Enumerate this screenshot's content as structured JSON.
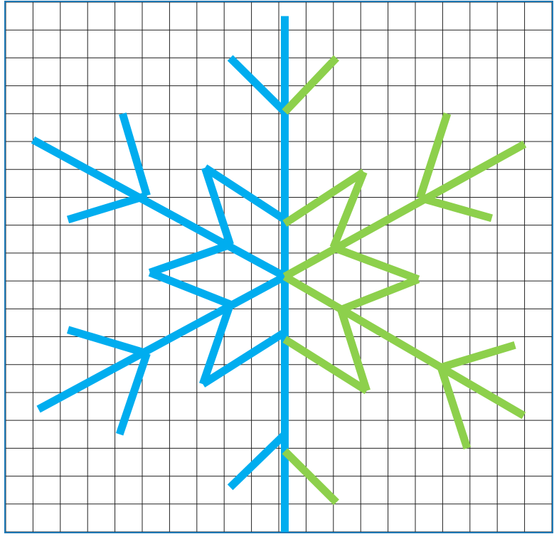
{
  "colors": {
    "background": "#ffffff",
    "grid_line": "#222222",
    "frame": "#1d78b5",
    "left_half": "#00adef",
    "right_half": "#8dd04c"
  },
  "grid": {
    "columns": 20,
    "rows": 19
  },
  "snowflake": {
    "description_units": "grid cells",
    "blue_segments": [
      [
        10.22,
        0.5,
        10.22,
        19.0
      ],
      [
        8.22,
        2.0,
        10.22,
        3.94
      ],
      [
        1.0,
        4.94,
        10.22,
        9.84
      ],
      [
        4.28,
        4.0,
        5.17,
        6.94
      ],
      [
        2.28,
        7.8,
        5.17,
        6.94
      ],
      [
        7.3,
        5.94,
        8.22,
        8.7
      ],
      [
        10.22,
        7.8,
        7.3,
        5.94
      ],
      [
        5.28,
        9.7,
        8.22,
        8.7
      ],
      [
        5.28,
        9.7,
        8.22,
        10.84
      ],
      [
        1.2,
        14.6,
        10.22,
        9.84
      ],
      [
        2.28,
        11.75,
        5.17,
        12.6
      ],
      [
        4.17,
        15.5,
        5.17,
        12.6
      ],
      [
        7.22,
        13.7,
        8.22,
        10.84
      ],
      [
        7.22,
        13.7,
        10.22,
        11.84
      ],
      [
        8.22,
        17.4,
        10.22,
        15.5
      ]
    ],
    "green_segments": [
      [
        10.22,
        3.94,
        12.11,
        2.0
      ],
      [
        10.22,
        7.94,
        13.11,
        6.09
      ],
      [
        12.0,
        8.8,
        13.11,
        6.09
      ],
      [
        10.22,
        9.84,
        19.0,
        5.09
      ],
      [
        15.17,
        7.02,
        16.17,
        4.0
      ],
      [
        15.17,
        7.02,
        17.8,
        7.75
      ],
      [
        12.0,
        8.8,
        15.11,
        9.94
      ],
      [
        12.28,
        11.03,
        15.11,
        9.94
      ],
      [
        10.22,
        9.84,
        18.97,
        14.83
      ],
      [
        12.28,
        11.03,
        13.22,
        13.94
      ],
      [
        10.22,
        12.09,
        13.22,
        13.94
      ],
      [
        15.94,
        13.1,
        18.65,
        12.3
      ],
      [
        15.94,
        13.1,
        16.9,
        16.0
      ],
      [
        10.22,
        16.1,
        12.11,
        17.94
      ]
    ]
  }
}
